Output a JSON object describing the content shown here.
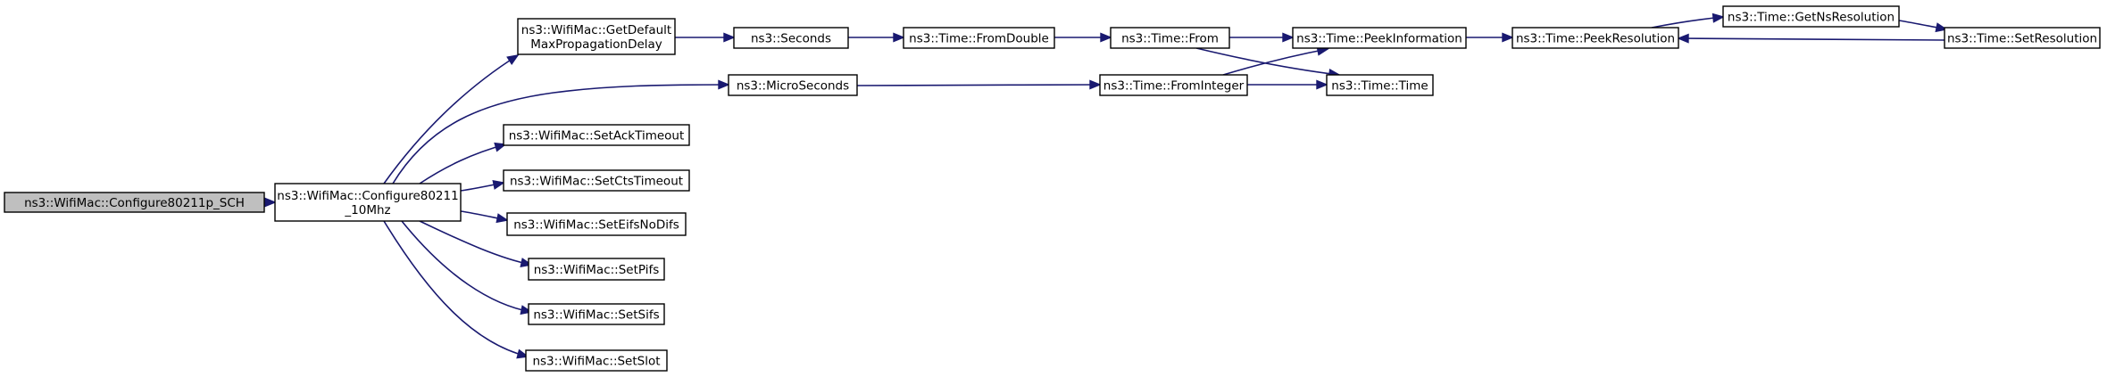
{
  "diagram": {
    "colors": {
      "edge": "#191970",
      "root_fill": "#bfbfbf",
      "node_fill": "#ffffff"
    },
    "nodes": [
      {
        "id": "configure_sch",
        "lines": [
          "ns3::WifiMac::Configure80211p_SCH"
        ]
      },
      {
        "id": "configure_10mhz",
        "lines": [
          "ns3::WifiMac::Configure80211",
          "_10Mhz"
        ]
      },
      {
        "id": "get_default_max_prop",
        "lines": [
          "ns3::WifiMac::GetDefault",
          "MaxPropagationDelay"
        ]
      },
      {
        "id": "micro_seconds",
        "lines": [
          "ns3::MicroSeconds"
        ]
      },
      {
        "id": "set_ack_timeout",
        "lines": [
          "ns3::WifiMac::SetAckTimeout"
        ]
      },
      {
        "id": "set_cts_timeout",
        "lines": [
          "ns3::WifiMac::SetCtsTimeout"
        ]
      },
      {
        "id": "set_eifs_no_difs",
        "lines": [
          "ns3::WifiMac::SetEifsNoDifs"
        ]
      },
      {
        "id": "set_pifs",
        "lines": [
          "ns3::WifiMac::SetPifs"
        ]
      },
      {
        "id": "set_sifs",
        "lines": [
          "ns3::WifiMac::SetSifs"
        ]
      },
      {
        "id": "set_slot",
        "lines": [
          "ns3::WifiMac::SetSlot"
        ]
      },
      {
        "id": "seconds",
        "lines": [
          "ns3::Seconds"
        ]
      },
      {
        "id": "time_from_double",
        "lines": [
          "ns3::Time::FromDouble"
        ]
      },
      {
        "id": "time_from",
        "lines": [
          "ns3::Time::From"
        ]
      },
      {
        "id": "time_from_integer",
        "lines": [
          "ns3::Time::FromInteger"
        ]
      },
      {
        "id": "time_peek_information",
        "lines": [
          "ns3::Time::PeekInformation"
        ]
      },
      {
        "id": "time_time",
        "lines": [
          "ns3::Time::Time"
        ]
      },
      {
        "id": "time_peek_resolution",
        "lines": [
          "ns3::Time::PeekResolution"
        ]
      },
      {
        "id": "time_get_ns_resolution",
        "lines": [
          "ns3::Time::GetNsResolution"
        ]
      },
      {
        "id": "time_set_resolution",
        "lines": [
          "ns3::Time::SetResolution"
        ]
      }
    ],
    "edges": [
      {
        "from": "configure_sch",
        "to": "configure_10mhz"
      },
      {
        "from": "configure_10mhz",
        "to": "get_default_max_prop"
      },
      {
        "from": "configure_10mhz",
        "to": "micro_seconds"
      },
      {
        "from": "configure_10mhz",
        "to": "set_ack_timeout"
      },
      {
        "from": "configure_10mhz",
        "to": "set_cts_timeout"
      },
      {
        "from": "configure_10mhz",
        "to": "set_eifs_no_difs"
      },
      {
        "from": "configure_10mhz",
        "to": "set_pifs"
      },
      {
        "from": "configure_10mhz",
        "to": "set_sifs"
      },
      {
        "from": "configure_10mhz",
        "to": "set_slot"
      },
      {
        "from": "get_default_max_prop",
        "to": "seconds"
      },
      {
        "from": "seconds",
        "to": "time_from_double"
      },
      {
        "from": "time_from_double",
        "to": "time_from"
      },
      {
        "from": "time_from",
        "to": "time_peek_information"
      },
      {
        "from": "time_from",
        "to": "time_time"
      },
      {
        "from": "micro_seconds",
        "to": "time_from_integer"
      },
      {
        "from": "time_from_integer",
        "to": "time_peek_information"
      },
      {
        "from": "time_from_integer",
        "to": "time_time"
      },
      {
        "from": "time_peek_information",
        "to": "time_peek_resolution"
      },
      {
        "from": "time_peek_resolution",
        "to": "time_get_ns_resolution"
      },
      {
        "from": "time_get_ns_resolution",
        "to": "time_set_resolution"
      },
      {
        "from": "time_set_resolution",
        "to": "time_peek_resolution"
      }
    ]
  }
}
